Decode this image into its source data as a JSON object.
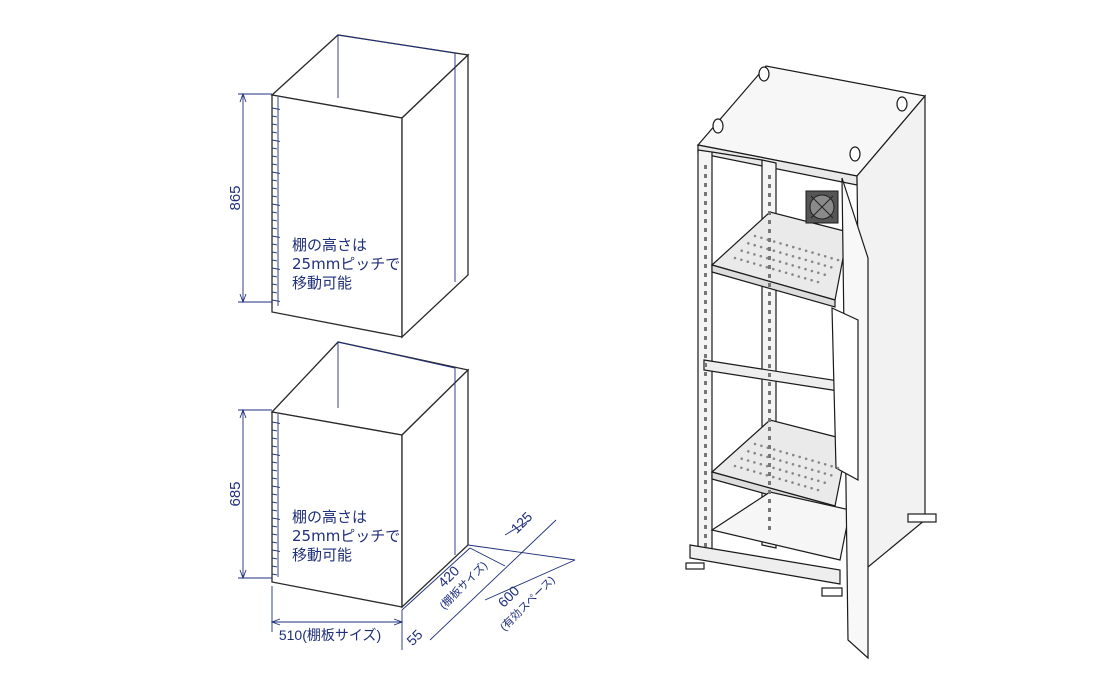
{
  "upper_compartment": {
    "height_label": "865",
    "note_lines": [
      "棚の高さは",
      "25mmピッチで",
      "移動可能"
    ]
  },
  "lower_compartment": {
    "height_label": "685",
    "note_lines": [
      "棚の高さは",
      "25mmピッチで",
      "移動可能"
    ],
    "width_label": "510(棚板サイズ)",
    "offset_front_label": "55",
    "shelf_depth_label": "420",
    "shelf_depth_sub": "(棚板サイズ)",
    "offset_back_label": "125",
    "effective_depth_label": "600",
    "effective_depth_sub": "(有効スペース)"
  },
  "colors": {
    "dimension": "#1f2f7a",
    "outline": "#2a2a2a",
    "panel": "#f7f7f7"
  }
}
